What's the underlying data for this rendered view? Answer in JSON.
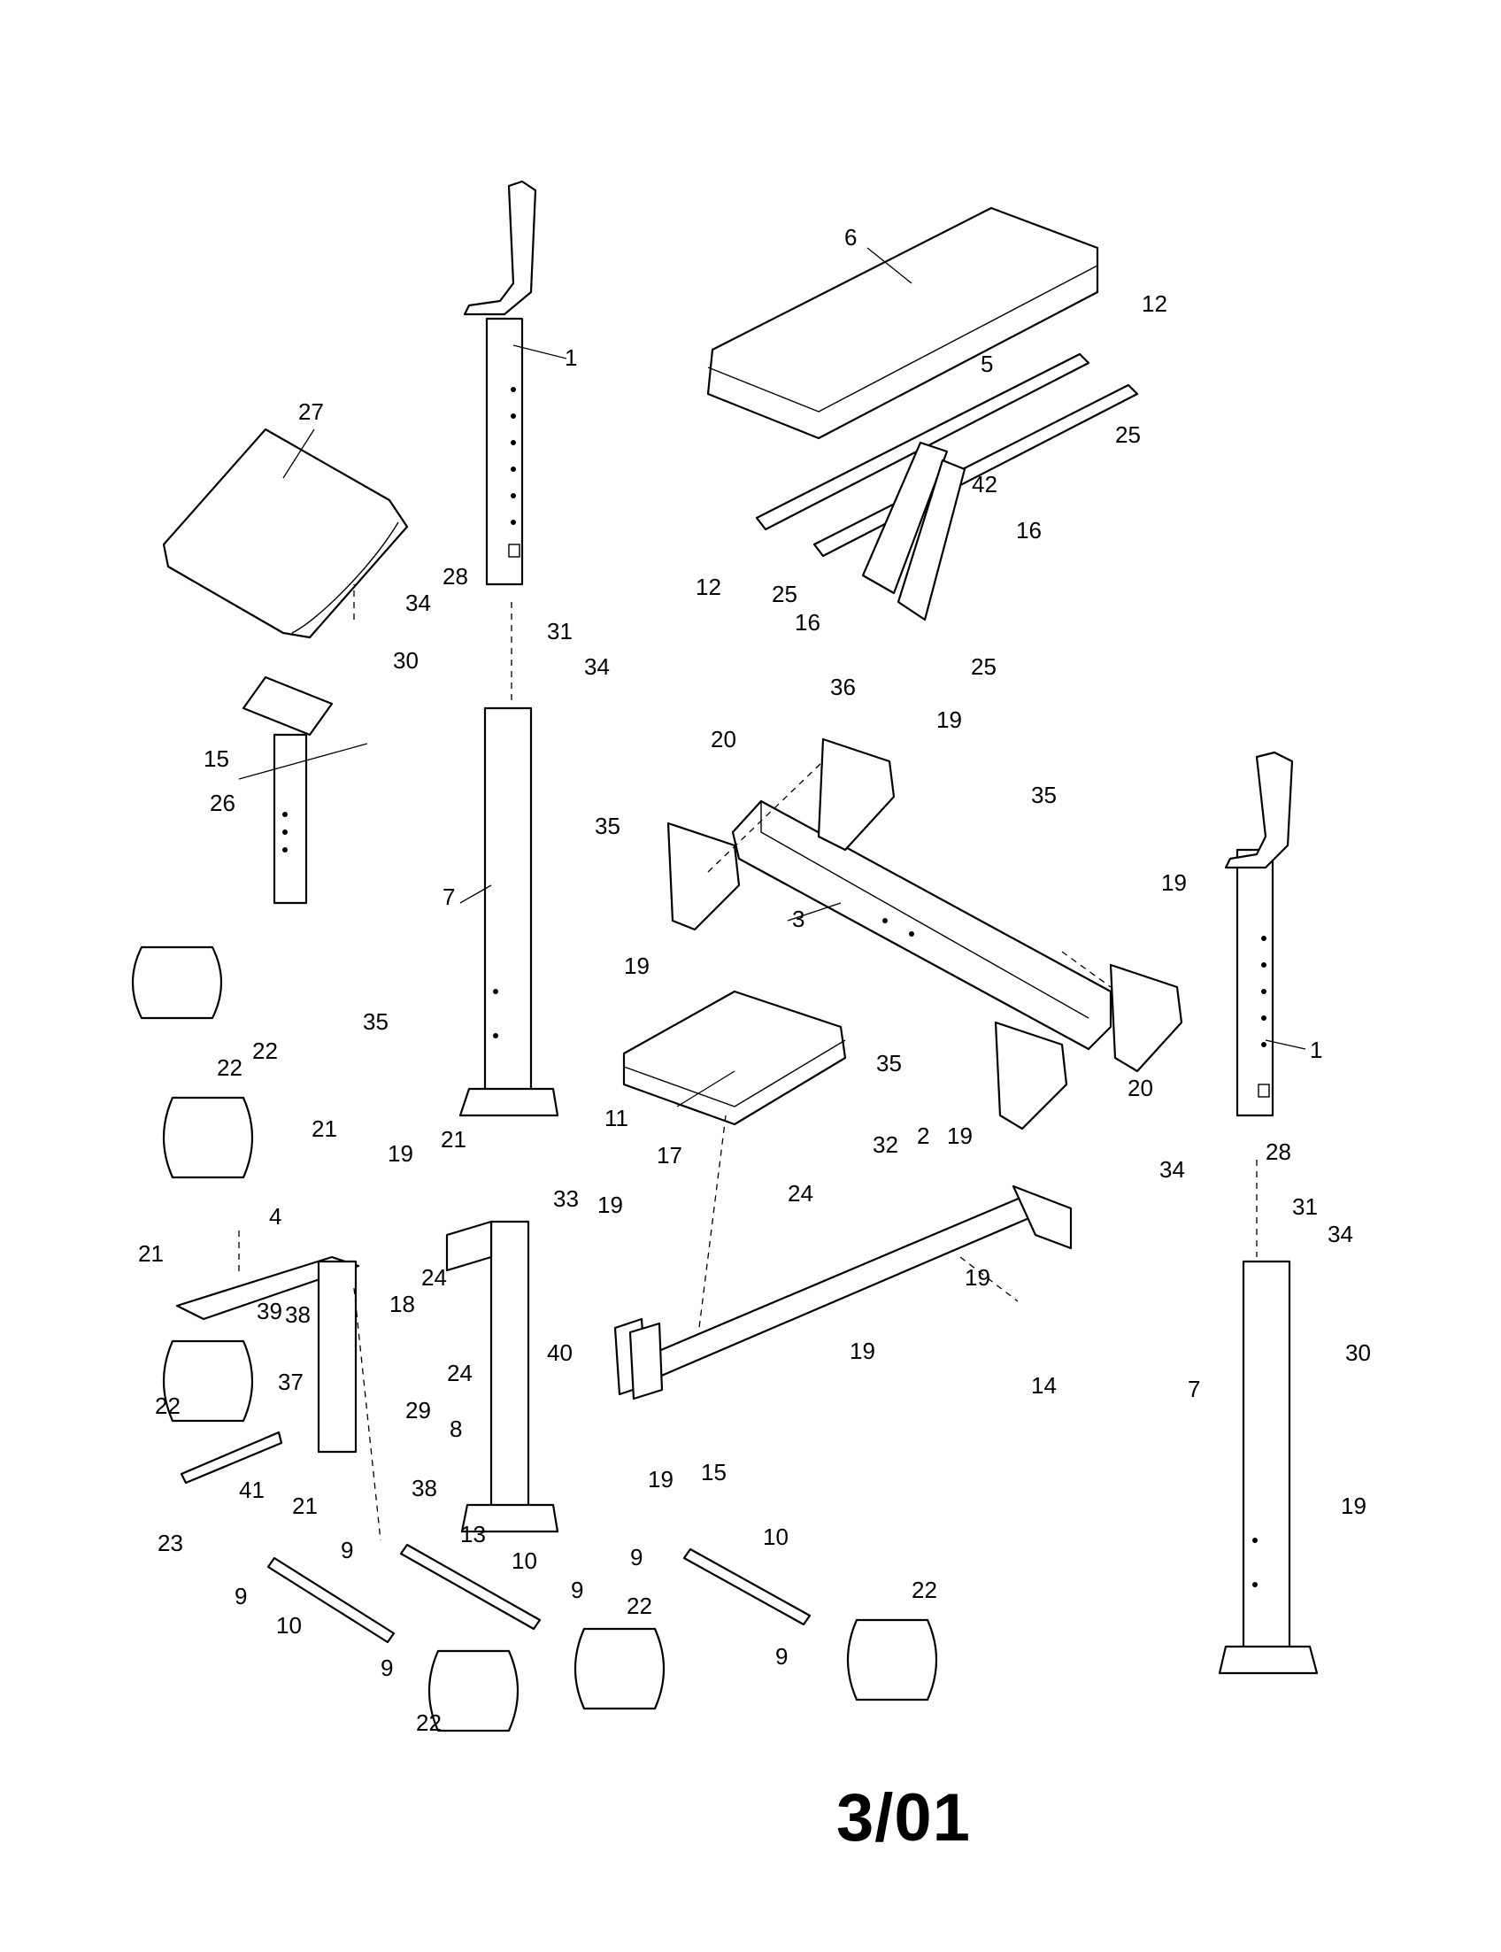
{
  "page": {
    "number": "3/01"
  },
  "callouts": {
    "c1a": "1",
    "c1b": "1",
    "c2": "2",
    "c3": "3",
    "c4": "4",
    "c5": "5",
    "c6": "6",
    "c7a": "7",
    "c7b": "7",
    "c8": "8",
    "c9a": "9",
    "c9b": "9",
    "c9c": "9",
    "c9d": "9",
    "c9e": "9",
    "c9f": "9",
    "c10a": "10",
    "c10b": "10",
    "c10c": "10",
    "c11": "11",
    "c12a": "12",
    "c12b": "12",
    "c13": "13",
    "c14": "14",
    "c15a": "15",
    "c15b": "15",
    "c16a": "16",
    "c16b": "16",
    "c17": "17",
    "c18": "18",
    "c19a": "19",
    "c19b": "19",
    "c19c": "19",
    "c19d": "19",
    "c19e": "19",
    "c19f": "19",
    "c19g": "19",
    "c19h": "19",
    "c19i": "19",
    "c19j": "19",
    "c20a": "20",
    "c20b": "20",
    "c21a": "21",
    "c21b": "21",
    "c21c": "21",
    "c21d": "21",
    "c22a": "22",
    "c22b": "22",
    "c22c": "22",
    "c22d": "22",
    "c22e": "22",
    "c22f": "22",
    "c23": "23",
    "c24a": "24",
    "c24b": "24",
    "c24c": "24",
    "c25a": "25",
    "c25b": "25",
    "c25c": "25",
    "c26": "26",
    "c27": "27",
    "c28a": "28",
    "c28b": "28",
    "c29": "29",
    "c30a": "30",
    "c30b": "30",
    "c31a": "31",
    "c31b": "31",
    "c32": "32",
    "c33": "33",
    "c34a": "34",
    "c34b": "34",
    "c34c": "34",
    "c34d": "34",
    "c35a": "35",
    "c35b": "35",
    "c35c": "35",
    "c35d": "35",
    "c36": "36",
    "c37": "37",
    "c38a": "38",
    "c38b": "38",
    "c39": "39",
    "c40": "40",
    "c41": "41",
    "c42": "42"
  }
}
